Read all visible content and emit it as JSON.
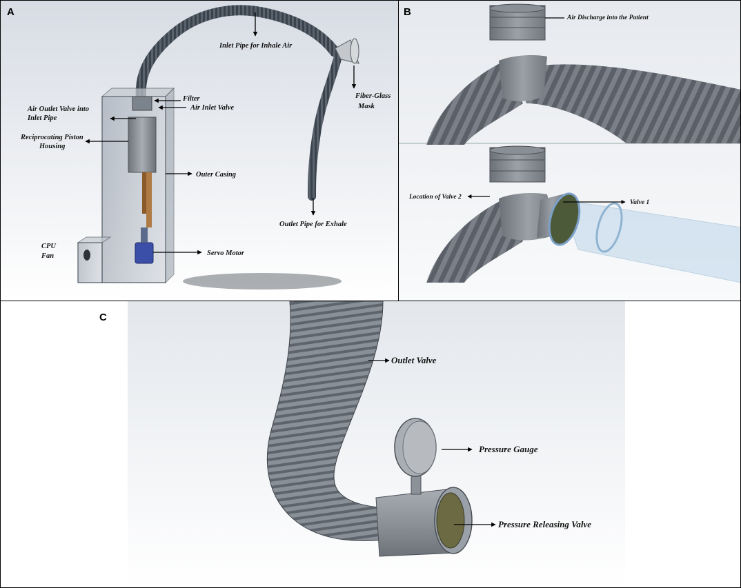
{
  "panel_a": {
    "letter": "A",
    "labels": {
      "inlet_pipe": "Inlet Pipe for Inhale Air",
      "filter": "Filter",
      "fiber_glass_mask_1": "Fiber-Glass",
      "fiber_glass_mask_2": "Mask",
      "air_outlet_valve_1": "Air Outlet Valve into",
      "air_outlet_valve_2": "Inlet Pipe",
      "air_inlet_valve": "Air Inlet Valve",
      "piston_housing_1": "Reciprocating Piston",
      "piston_housing_2": "Housing",
      "outer_casing": "Outer Casing",
      "outlet_pipe": "Outlet Pipe for Exhale",
      "cpu_fan_1": "CPU",
      "cpu_fan_2": "Fan",
      "servo_motor": "Servo Motor"
    }
  },
  "panel_b": {
    "letter": "B",
    "labels": {
      "air_discharge": "Air Discharge into the Patient",
      "valve_2": "Location of Valve 2",
      "valve_1": "Valve 1"
    }
  },
  "panel_c": {
    "letter": "C",
    "labels": {
      "outlet_valve": "Outlet Valve",
      "pressure_gauge": "Pressure Gauge",
      "pressure_releasing_valve": "Pressure Releasing Valve"
    }
  }
}
